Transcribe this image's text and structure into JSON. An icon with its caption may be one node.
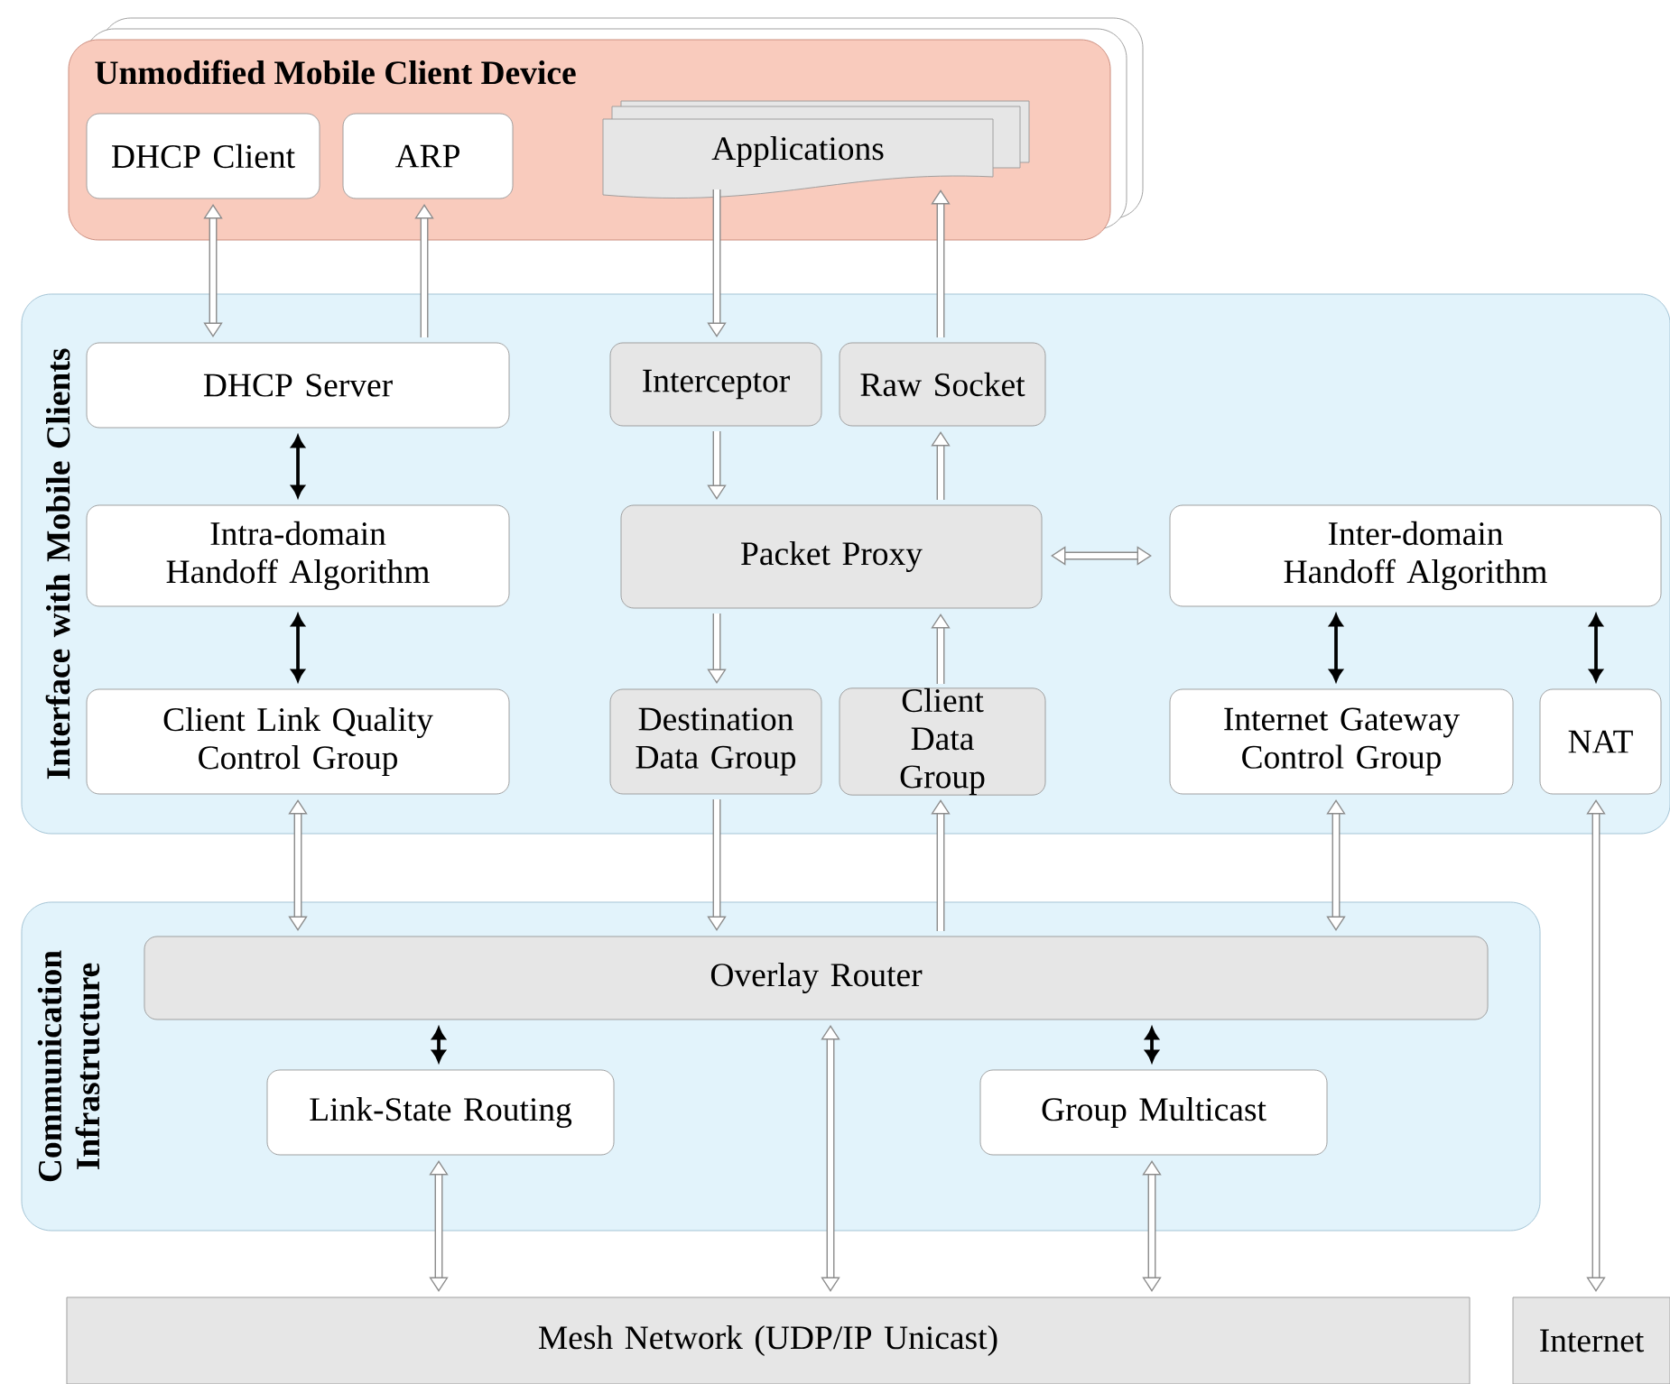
{
  "diagram": {
    "nodes": [
      {
        "text": [
          "Unmodified Mobile Client Device"
        ]
      },
      {
        "text": [
          "DHCP Client"
        ],
        "in": 0
      },
      {
        "text": [
          "ARP"
        ],
        "in": 0
      },
      {
        "text": [
          "Applications"
        ],
        "in": 0
      },
      {
        "text": [
          "Interface with Mobile Clients"
        ]
      },
      {
        "text": [
          "DHCP Server"
        ],
        "in": 4
      },
      {
        "text": [
          "Interceptor"
        ],
        "in": 4
      },
      {
        "text": [
          "Raw Socket"
        ],
        "in": 4
      },
      {
        "text": [
          "Intra-domain Handoff Algorithm"
        ],
        "in": 4
      },
      {
        "text": [
          "Packet Proxy"
        ],
        "in": 4
      },
      {
        "text": [
          "Inter-domain Handoff Algorithm"
        ],
        "in": 4
      },
      {
        "text": [
          "Client Link Quality Control Group"
        ],
        "in": 4
      },
      {
        "text": [
          "Destination Data Group"
        ],
        "in": 4
      },
      {
        "text": [
          "Client Data Group"
        ],
        "in": 4
      },
      {
        "text": [
          "Internet Gateway Control Group"
        ],
        "in": 4
      },
      {
        "text": [
          "NAT"
        ],
        "in": 4
      },
      {
        "text": [
          "Communication Infrastructure"
        ]
      },
      {
        "text": [
          "Overlay Router"
        ],
        "in": 16
      },
      {
        "text": [
          "Link-State Routing"
        ],
        "in": 16
      },
      {
        "text": [
          "Group Multicast"
        ],
        "in": 16
      },
      {
        "text": [
          "Mesh Network (UDP/IP Unicast)"
        ]
      },
      {
        "text": [
          "Internet"
        ]
      }
    ],
    "edges": [
      {
        "from": 1,
        "to": 5,
        "arrow": "both"
      },
      {
        "from": 5,
        "to": 2,
        "arrow": "to"
      },
      {
        "from": 3,
        "to": 6,
        "arrow": "to"
      },
      {
        "from": 7,
        "to": 3,
        "arrow": "to"
      },
      {
        "from": 5,
        "to": 8,
        "arrow": "both",
        "color": "#000000"
      },
      {
        "from": 8,
        "to": 11,
        "arrow": "both",
        "color": "#000000"
      },
      {
        "from": 6,
        "to": 9,
        "arrow": "to"
      },
      {
        "from": 9,
        "to": 7,
        "arrow": "to"
      },
      {
        "from": 9,
        "to": 10,
        "arrow": "both"
      },
      {
        "from": 9,
        "to": 12,
        "arrow": "to"
      },
      {
        "from": 13,
        "to": 9,
        "arrow": "to"
      },
      {
        "from": 10,
        "to": 14,
        "arrow": "both",
        "color": "#000000"
      },
      {
        "from": 10,
        "to": 15,
        "arrow": "both",
        "color": "#000000"
      },
      {
        "from": 11,
        "to": 17,
        "arrow": "both"
      },
      {
        "from": 12,
        "to": 17,
        "arrow": "to"
      },
      {
        "from": 17,
        "to": 13,
        "arrow": "to"
      },
      {
        "from": 14,
        "to": 17,
        "arrow": "both"
      },
      {
        "from": 17,
        "to": 18,
        "arrow": "both",
        "color": "#000000"
      },
      {
        "from": 17,
        "to": 19,
        "arrow": "both",
        "color": "#000000"
      },
      {
        "from": 18,
        "to": 20,
        "arrow": "both"
      },
      {
        "from": 17,
        "to": 20,
        "arrow": "both"
      },
      {
        "from": 19,
        "to": 20,
        "arrow": "both"
      },
      {
        "from": 15,
        "to": 21,
        "arrow": "both"
      }
    ]
  }
}
